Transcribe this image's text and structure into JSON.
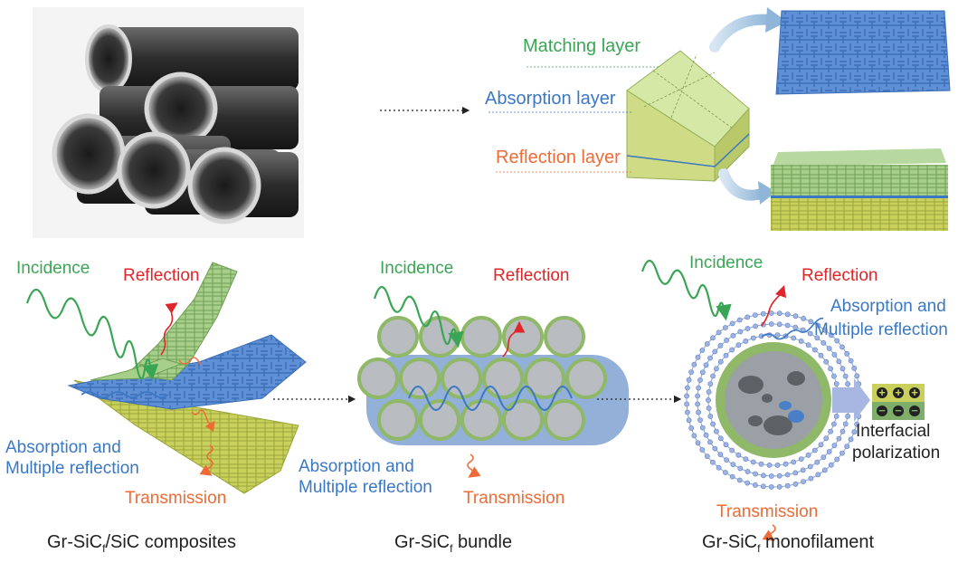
{
  "colors": {
    "green": "#3aa655",
    "blue": "#3b78c4",
    "red": "#e0262a",
    "orange": "#ee6b35",
    "fiber_gray": "#b9bdc2",
    "coat_green": "#8fb868",
    "mat_yellow": "#c9d15c",
    "mat_blue": "#5f8fd4"
  },
  "layers": {
    "matching": "Matching layer",
    "absorption": "Absorption layer",
    "reflection": "Reflection layer"
  },
  "panel1": {
    "incidence": "Incidence",
    "reflection": "Reflection",
    "absorption_line1": "Absorption and",
    "absorption_line2": "Multiple reflection",
    "transmission": "Transmission",
    "caption_a": "Gr-SiC",
    "caption_sub": "f",
    "caption_b": "/SiC composites"
  },
  "panel2": {
    "incidence": "Incidence",
    "reflection": "Reflection",
    "absorption_line1": "Absorption and",
    "absorption_line2": "Multiple reflection",
    "transmission": "Transmission",
    "caption_a": "Gr-SiC",
    "caption_sub": "f",
    "caption_b": " bundle"
  },
  "panel3": {
    "incidence": "Incidence",
    "reflection": "Reflection",
    "absorption_line1": "Absorption and",
    "absorption_line2": "Multiple reflection",
    "transmission": "Transmission",
    "interfacial_line1": "Interfacial",
    "interfacial_line2": "polarization",
    "caption_a": "Gr-SiC",
    "caption_sub": "f",
    "caption_b": " monofilament"
  }
}
